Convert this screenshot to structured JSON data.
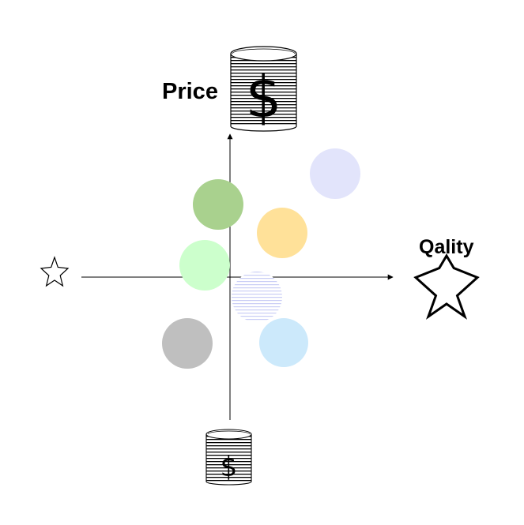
{
  "diagram": {
    "y_label": "Price",
    "x_label": "Qality",
    "currency_symbol": "$",
    "icons": {
      "high_price": "money-stack-icon",
      "low_price": "money-stack-icon",
      "high_quality": "star-icon",
      "low_quality": "star-icon"
    },
    "bubbles": [
      {
        "id": "green",
        "color": "#a9d18e"
      },
      {
        "id": "lavender",
        "color": "#e2e4fb"
      },
      {
        "id": "gold",
        "color": "#ffe199"
      },
      {
        "id": "mint",
        "color": "#ccffcc"
      },
      {
        "id": "striped",
        "color": "#c9cdf5"
      },
      {
        "id": "gray",
        "color": "#bfbfbf"
      },
      {
        "id": "sky",
        "color": "#cce9fb"
      }
    ]
  }
}
